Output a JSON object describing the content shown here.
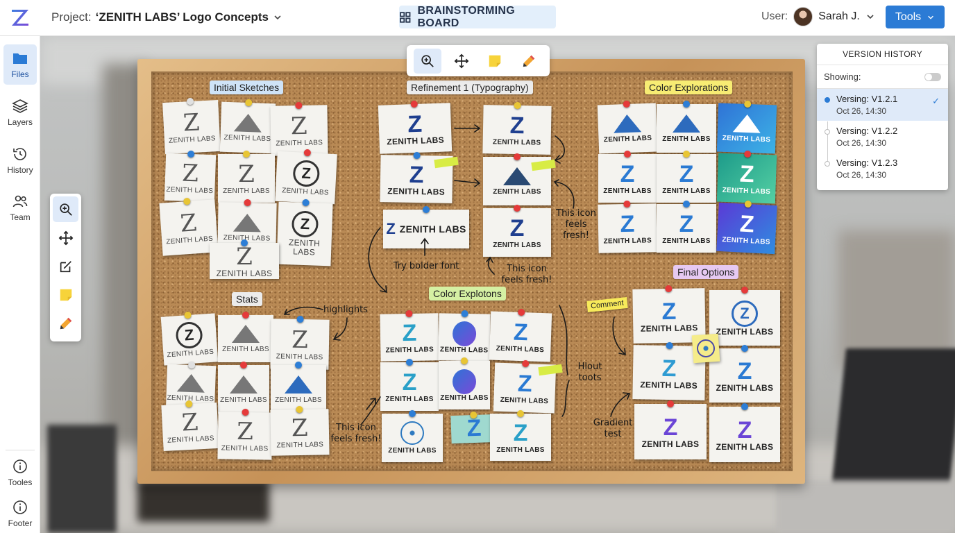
{
  "app": {
    "logo_letter": "Z"
  },
  "header": {
    "project_prefix": "Project:",
    "project_name": "‘ZENITH LABS’ Logo Concepts",
    "board_title": "BRAINSTORMING BOARD",
    "user_label": "User:",
    "user_name": "Sarah J.",
    "tools_label": "Tools"
  },
  "sidebar": {
    "items": [
      {
        "label": "Files",
        "icon": "folder-icon"
      },
      {
        "label": "Layers",
        "icon": "layers-icon"
      },
      {
        "label": "History",
        "icon": "history-icon"
      },
      {
        "label": "Team",
        "icon": "team-icon"
      }
    ],
    "bottom_items": [
      {
        "label": "Tooles",
        "icon": "info-icon"
      },
      {
        "label": "Footer",
        "icon": "info-icon"
      }
    ]
  },
  "floating_toolbar": [
    "zoom-in-icon",
    "move-icon",
    "sticky-note-icon",
    "pencil-icon"
  ],
  "left_toolbar": [
    "zoom-in-icon",
    "move-icon",
    "edit-box-icon",
    "sticky-note-icon",
    "pencil-icon"
  ],
  "version_history": {
    "title": "VERSION HISTORY",
    "showing_label": "Showing:",
    "versions": [
      {
        "label": "Versing: V1.2.1",
        "date": "Oct 26, 14:30",
        "selected": true
      },
      {
        "label": "Versing: V1.2.2",
        "date": "Oct 26, 14:30",
        "selected": false
      },
      {
        "label": "Versing: V1.2.3",
        "date": "Oct 26, 14:30",
        "selected": false
      }
    ]
  },
  "board": {
    "sections": {
      "initial_sketches": "Initial Sketches",
      "refinement": "Refinement 1 (Typography)",
      "color_explorations": "Color Explorations",
      "stats": "Stats",
      "color_explotons": "Color Explotons",
      "final_options": "Final Options"
    },
    "section_colors": {
      "blue": "#cfe3f7",
      "gray": "#ececec",
      "yellow": "#f7ec73",
      "green": "#d5f0a3",
      "purple": "#e6c9f2"
    },
    "brand": "ZENITH LABS",
    "brand_word": "ZENITH",
    "brand_word2": "LABS",
    "letter": "Z",
    "notes": {
      "try_bolder": "Try bolder font",
      "icon_fresh_a": "This icon feels fresh!",
      "icon_fresh_b": "This icon feels fresh!",
      "icon_fresh_c": "This icon feels fresh!",
      "highlights": "highlights",
      "hlout": "Hlout toots",
      "gradient": "Gradient test",
      "comment": "Comment"
    }
  }
}
